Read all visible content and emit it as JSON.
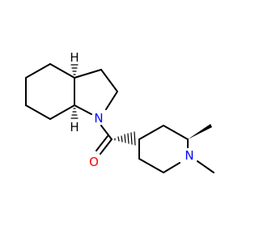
{
  "molecule": {
    "atoms": {
      "n1": {
        "symbol": "N",
        "color": "#0000ff"
      },
      "o": {
        "symbol": "O",
        "color": "#ff0000"
      },
      "n2": {
        "symbol": "N",
        "color": "#0000ff"
      },
      "h_top": {
        "symbol": "H",
        "color": "#000000"
      },
      "h_bottom": {
        "symbol": "H",
        "color": "#000000"
      }
    },
    "bond_color": "#000000"
  }
}
